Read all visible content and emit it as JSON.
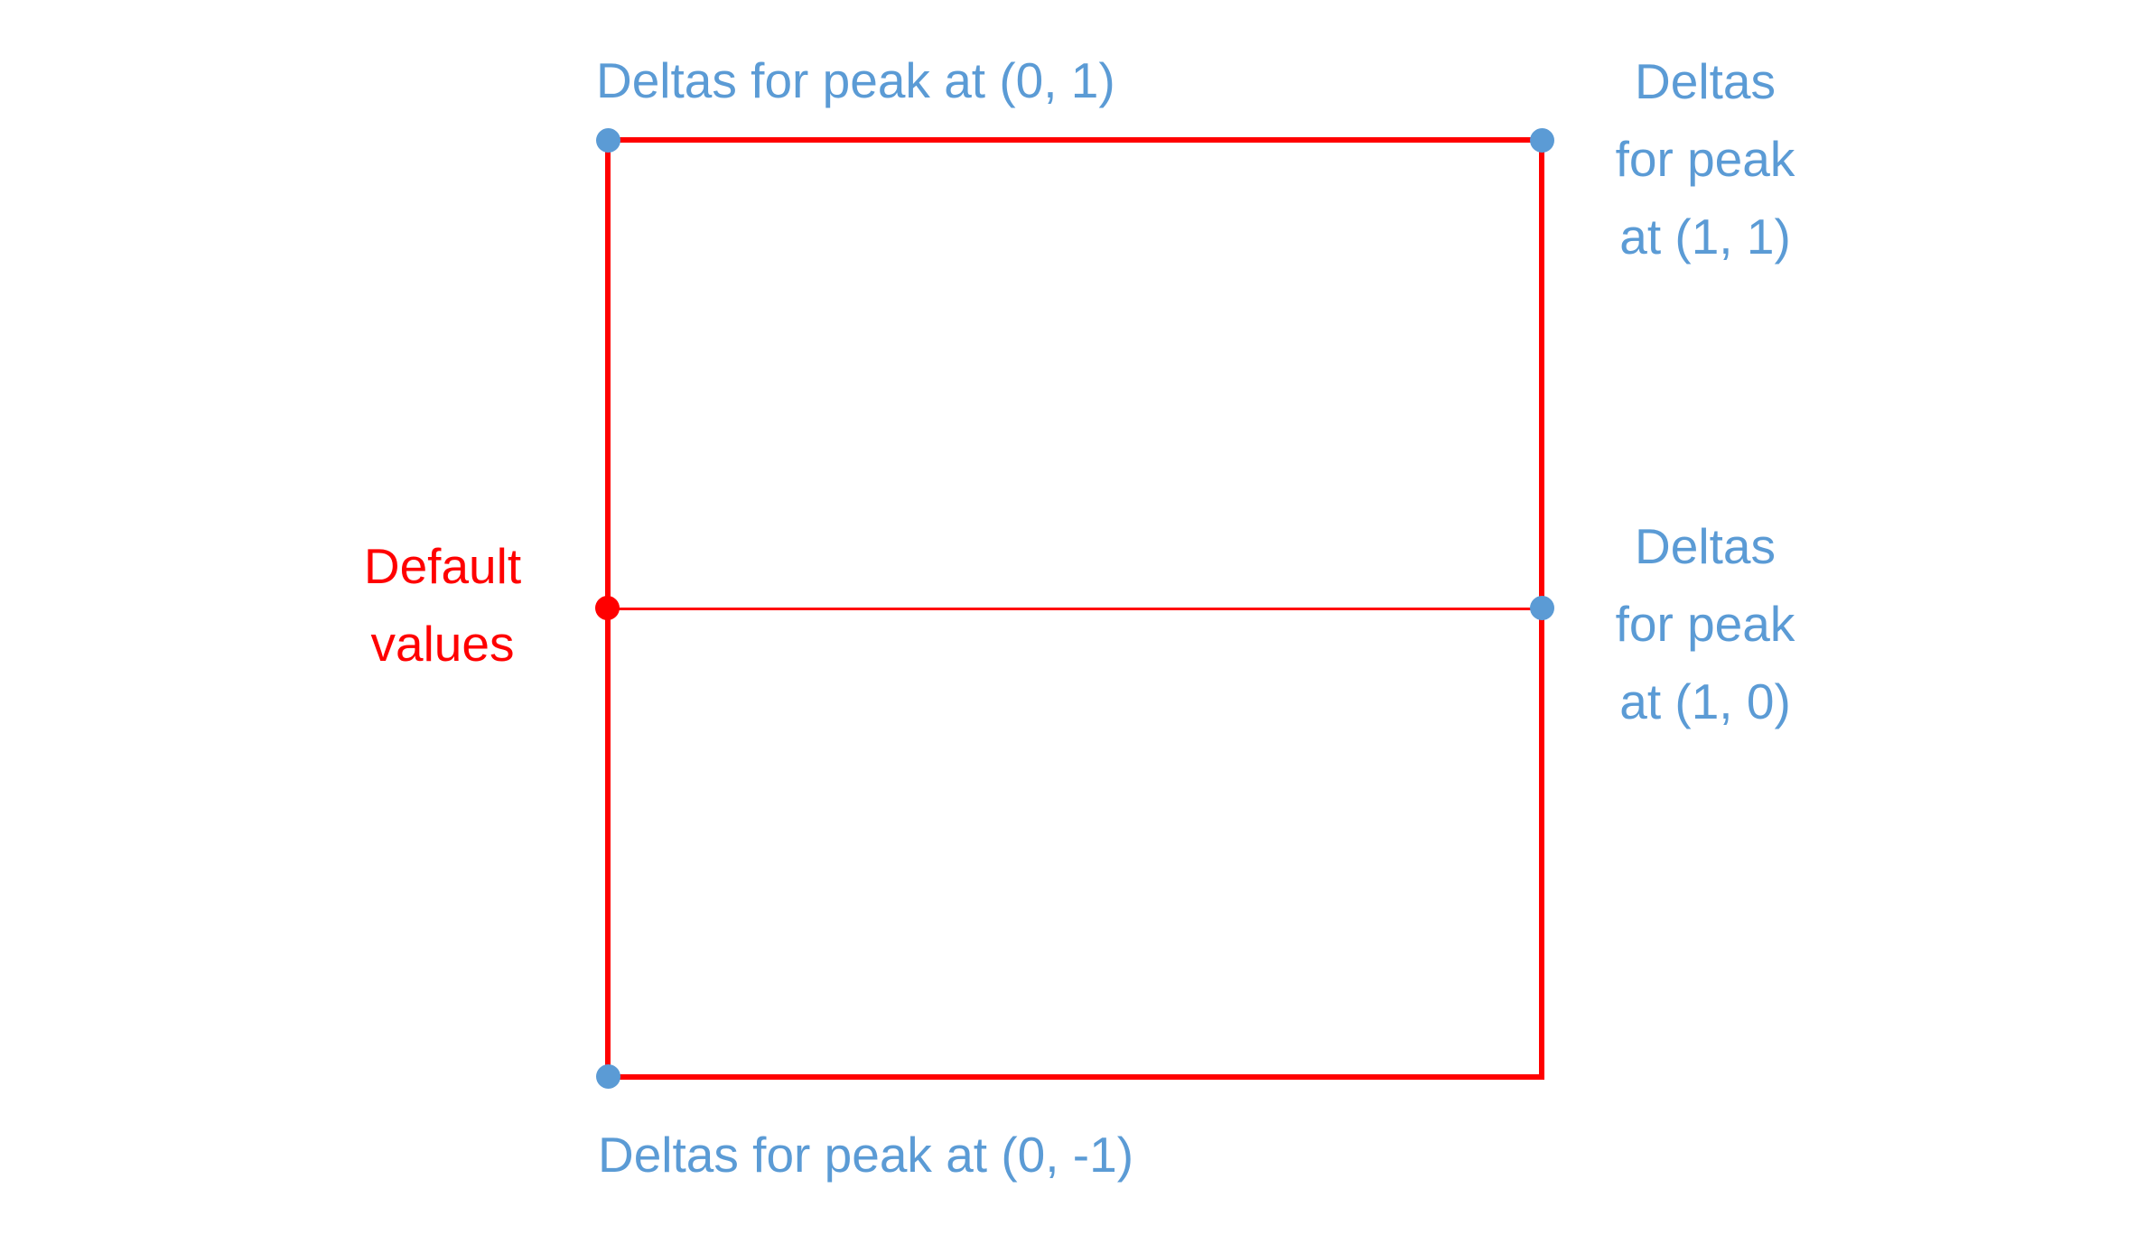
{
  "page": {
    "background": "#ffffff"
  },
  "diagram": {
    "colors": {
      "line_red": "#ff0000",
      "accent_blue": "#5b9bd5"
    },
    "shape": "square outline with horizontal midline",
    "labels": {
      "top_label": "Deltas for peak at (0, 1)",
      "right_top": [
        "Deltas",
        "for peak",
        "at (1, 1)"
      ],
      "right_middle": [
        "Deltas",
        "for peak",
        "at (1, 0)"
      ],
      "bottom_label": "Deltas for peak at (0, -1)",
      "left_middle": [
        "Default",
        "values"
      ]
    },
    "points": [
      {
        "label": "peak (0, 1)",
        "position": "top-left corner",
        "color": "#5b9bd5"
      },
      {
        "label": "peak (1, 1)",
        "position": "top-right corner",
        "color": "#5b9bd5"
      },
      {
        "label": "peak (1, 0)",
        "position": "right edge midpoint",
        "color": "#5b9bd5"
      },
      {
        "label": "peak (0, -1)",
        "position": "bottom-left corner",
        "color": "#5b9bd5"
      },
      {
        "label": "default values",
        "position": "left edge midpoint",
        "color": "#ff0000"
      }
    ]
  }
}
